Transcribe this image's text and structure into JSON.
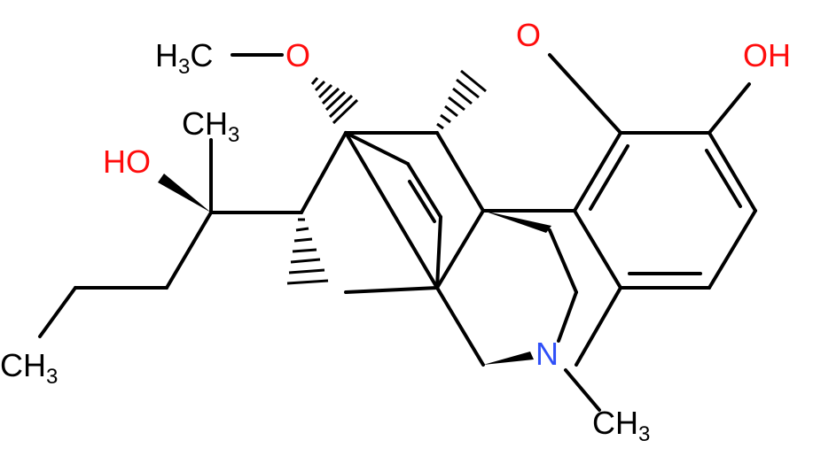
{
  "molecule": {
    "atoms": {
      "methoxy_carbon": {
        "main": "H",
        "sub": "3",
        "tail": "C"
      },
      "methoxy_oxygen": "O",
      "ether_oxygen": "O",
      "phenol": "OH",
      "methyl_top": {
        "main": "CH",
        "sub": "3"
      },
      "hydroxyl_left": "HO",
      "methyl_bottom_left": {
        "main": "CH",
        "sub": "3"
      },
      "nitrogen": "N",
      "methyl_n": {
        "main": "CH",
        "sub": "3"
      }
    },
    "colors": {
      "bond": "#000000",
      "carbon_label": "#000000",
      "oxygen": "#ff0d0d",
      "nitrogen": "#3050f8"
    }
  }
}
